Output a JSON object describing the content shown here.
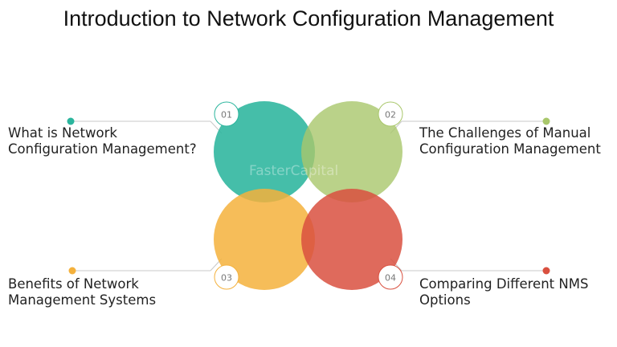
{
  "title": "Introduction to Network Configuration Management",
  "watermark": "FasterCapital",
  "items": [
    {
      "number": "01",
      "line1": "What is Network",
      "line2": "Configuration Management?",
      "color": "#2bb59d"
    },
    {
      "number": "02",
      "line1": "The Challenges of Manual",
      "line2": "Configuration Management",
      "color": "#a9c76b"
    },
    {
      "number": "03",
      "line1": "Benefits of Network",
      "line2": "Management Systems",
      "color": "#f4b13c"
    },
    {
      "number": "04",
      "line1": "Comparing Different NMS",
      "line2": "Options",
      "color": "#d9503f"
    }
  ]
}
